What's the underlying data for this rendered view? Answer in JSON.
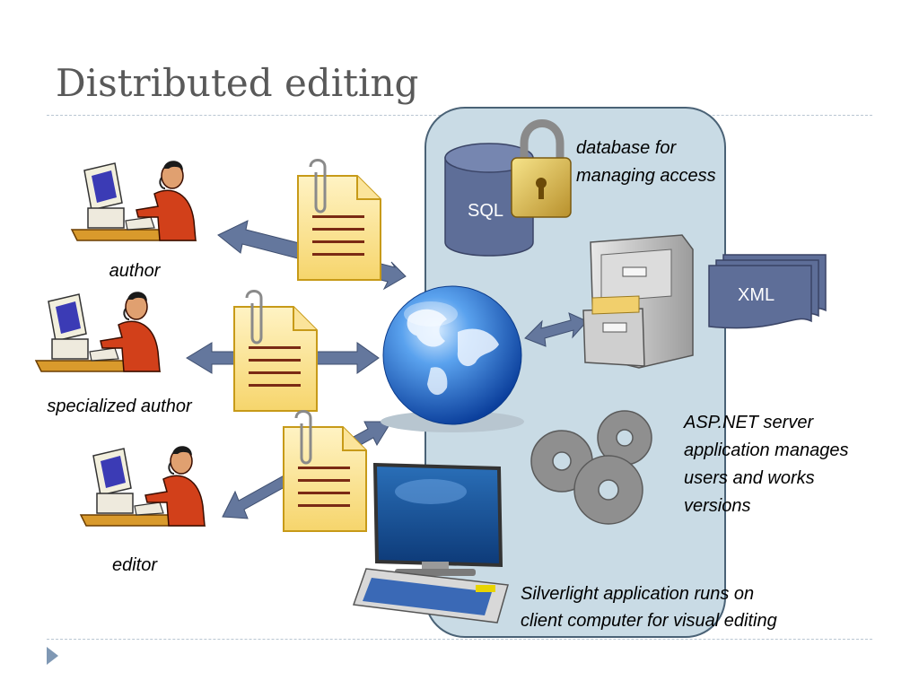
{
  "slide": {
    "title": "Distributed editing"
  },
  "roles": {
    "author": "author",
    "specialized_author": "specialized author",
    "editor": "editor"
  },
  "server": {
    "sql_label": "SQL",
    "xml_label": "XML",
    "db_caption_line1": "database for",
    "db_caption_line2": "managing access",
    "asp_caption_line1": "ASP.NET server",
    "asp_caption_line2": "application manages",
    "asp_caption_line3": "users and works",
    "asp_caption_line4": "versions",
    "client_caption_line1": "Silverlight application runs on",
    "client_caption_line2": "client computer for visual editing"
  },
  "colors": {
    "server_panel": "#c9dbe5",
    "server_panel_border": "#4a6276",
    "arrow": "#64779d",
    "sql_cylinder": "#5e6e98",
    "xml_doc": "#5e6e98",
    "document": "#fbe49a",
    "title_text": "#595959"
  }
}
